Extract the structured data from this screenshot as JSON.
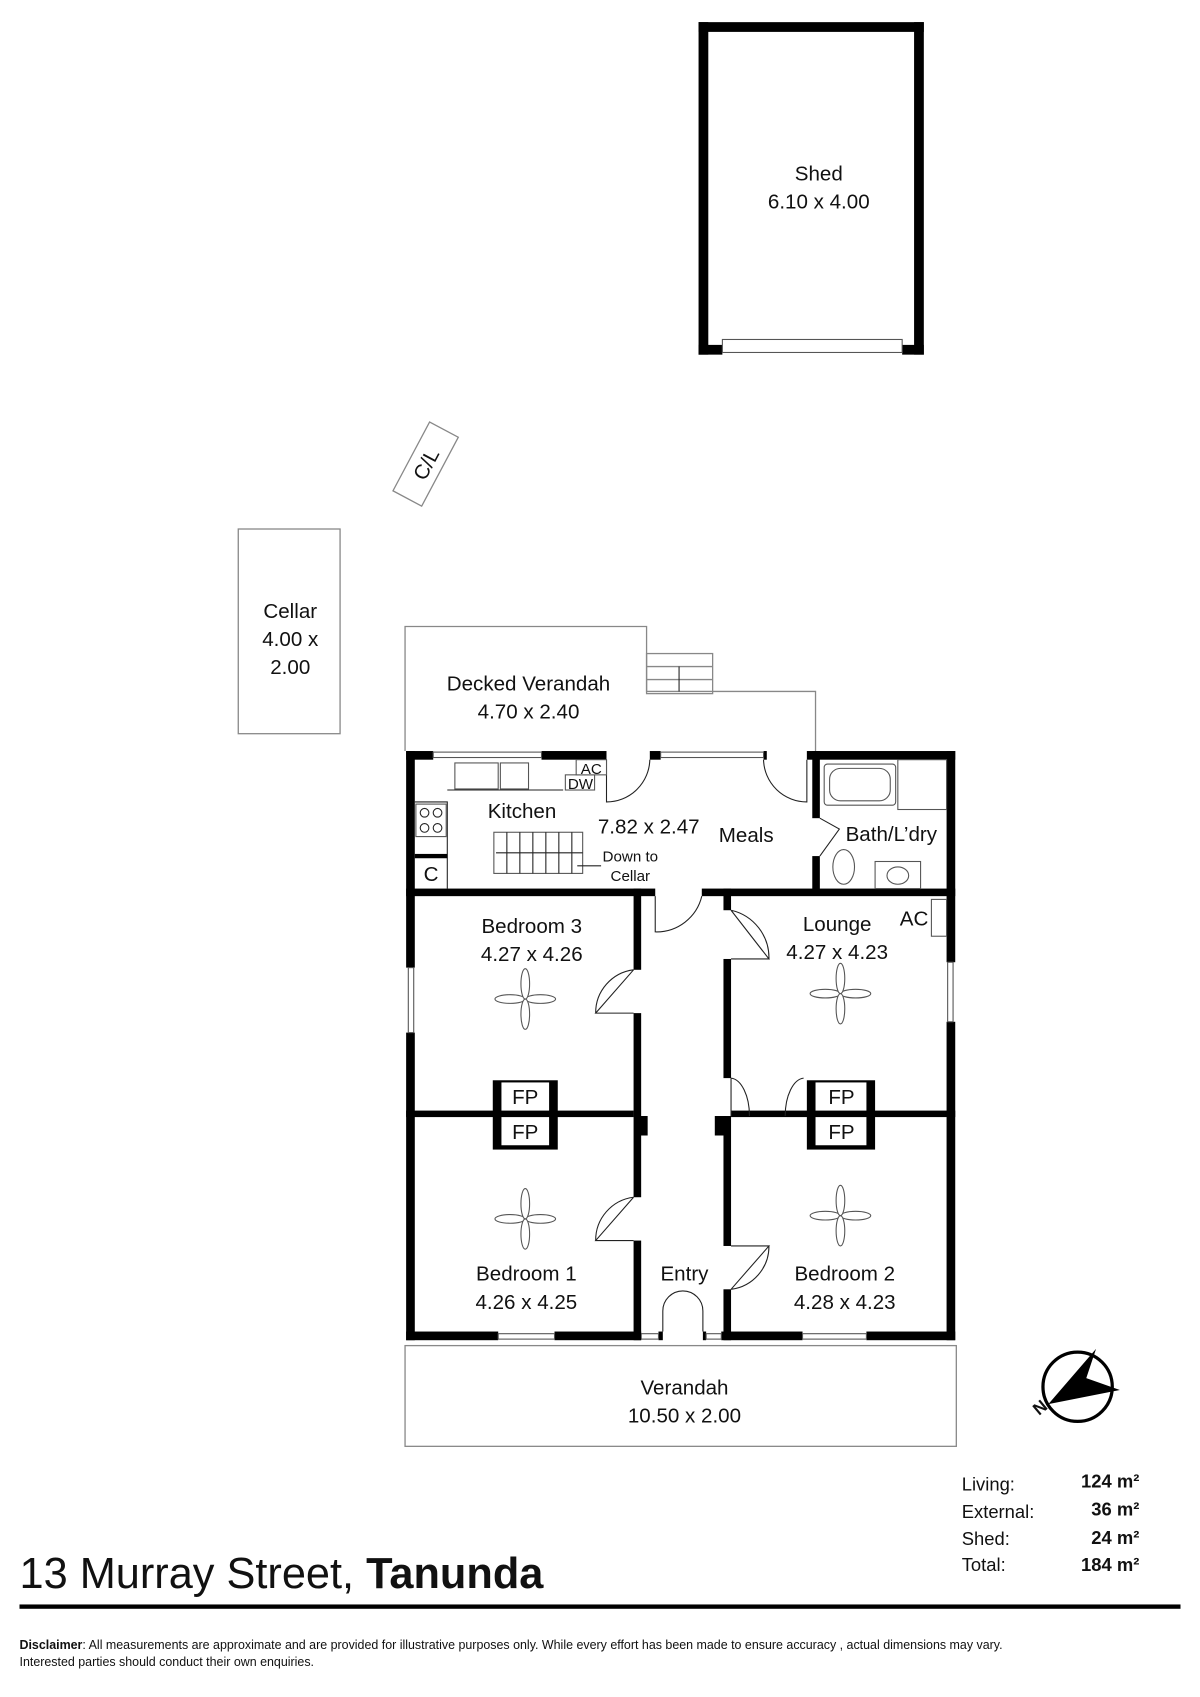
{
  "rooms": {
    "shed": {
      "name": "Shed",
      "size": "6.10 x 4.00"
    },
    "cl": {
      "name": "C/L"
    },
    "cellar": {
      "name": "Cellar",
      "size_line1": "4.00 x",
      "size_line2": "2.00"
    },
    "decked_verandah": {
      "name": "Decked Verandah",
      "size": "4.70 x 2.40"
    },
    "kitchen": {
      "name": "Kitchen",
      "ac": "AC",
      "dw": "DW",
      "c": "C"
    },
    "meals": {
      "name": "Meals",
      "size": "7.82 x 2.47",
      "stairs_line1": "Down to",
      "stairs_line2": "Cellar"
    },
    "bath": {
      "name": "Bath/L’dry"
    },
    "bedroom3": {
      "name": "Bedroom 3",
      "size": "4.27 x 4.26"
    },
    "lounge": {
      "name": "Lounge",
      "size": "4.27 x 4.23",
      "ac": "AC"
    },
    "bedroom1": {
      "name": "Bedroom 1",
      "size": "4.26 x 4.25"
    },
    "bedroom2": {
      "name": "Bedroom 2",
      "size": "4.28 x 4.23"
    },
    "entry": {
      "name": "Entry"
    },
    "verandah": {
      "name": "Verandah",
      "size": "10.50 x 2.00"
    },
    "fireplace": "FP"
  },
  "compass": {
    "label": "N"
  },
  "areas": [
    {
      "label": "Living:",
      "value": "124 m²"
    },
    {
      "label": "External:",
      "value": "36 m²"
    },
    {
      "label": "Shed:",
      "value": "24 m²"
    },
    {
      "label": "Total:",
      "value": "184 m²"
    }
  ],
  "address": {
    "street": "13 Murray Street, ",
    "suburb": "Tanunda"
  },
  "disclaimer": {
    "label": "Disclaimer",
    "line1": ": All measurements are approximate and are provided for illustrative purposes only. While every effort has been made to ensure accuracy , actual dimensions may vary.",
    "line2": "Interested parties should conduct their own enquiries."
  }
}
